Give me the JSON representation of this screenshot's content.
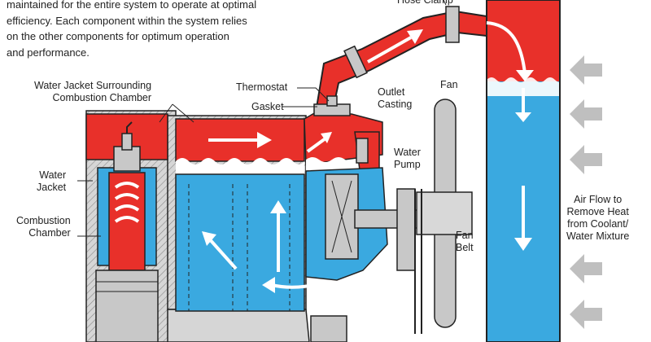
{
  "intro": {
    "lines": [
      "maintained for the entire system to operate at optimal",
      "efficiency. Each component within the system relies",
      "on the other components for optimum operation",
      "and performance."
    ]
  },
  "labels": {
    "hose_clamp": "Hose Clamp",
    "water_jacket_surrounding": [
      "Water Jacket Surrounding",
      "Combustion Chamber"
    ],
    "thermostat": "Thermostat",
    "gasket": "Gasket",
    "outlet_casting": [
      "Outlet",
      "Casting"
    ],
    "fan": "Fan",
    "water_pump": [
      "Water",
      "Pump"
    ],
    "water_jacket": [
      "Water",
      "Jacket"
    ],
    "combustion_chamber": [
      "Combustion",
      "Chamber"
    ],
    "fan_belt": [
      "Fan",
      "Belt"
    ],
    "air_flow": [
      "Air Flow to",
      "Remove Heat",
      "from Coolant/",
      "Water Mixture"
    ]
  },
  "colors": {
    "hot_coolant": "#e8302a",
    "cool_coolant": "#3aa9e0",
    "metal": "#c8c8c8",
    "air_arrow": "#bfbfbf",
    "outline": "#222222"
  }
}
